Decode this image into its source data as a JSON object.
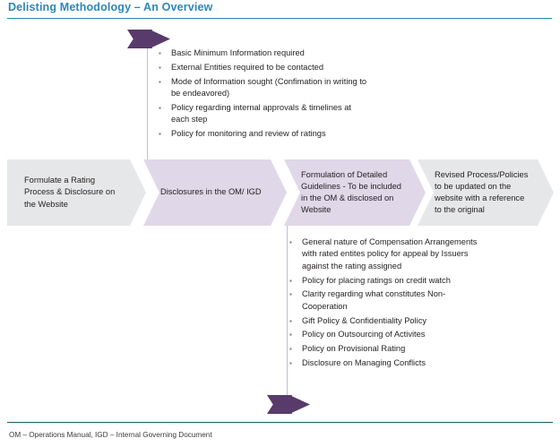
{
  "title": "Delisting Methodology – An Overview",
  "footer": {
    "note": "OM – Operations Manual, IGD – Internal Governing Document"
  },
  "colors": {
    "title_blue": "#2e86ba",
    "footer_teal": "#146269",
    "chevron_gray": "#e6e7e8",
    "chevron_purple": "#e0d7e8",
    "arrow_purple": "#583a6b",
    "connector_line": "#cbb9d6",
    "body_text": "#231f20"
  },
  "process": {
    "steps": [
      {
        "label": "Formulate a Rating Process & Disclosure on the Website",
        "fill": "gray"
      },
      {
        "label": "Disclosures in the OM/ IGD",
        "fill": "purple"
      },
      {
        "label": "Formulation of Detailed Guidelines - To be included in the OM & disclosed on Website",
        "fill": "purple"
      },
      {
        "label": "Revised Process/Policies to be updated on the website with a reference to the original",
        "fill": "gray"
      }
    ]
  },
  "callouts": {
    "top": {
      "source_step": 2,
      "bullet_glyph": "▪",
      "items": [
        "Basic Minimum Information required",
        "External Entities required to be contacted",
        "Mode of Information sought (Confimation in writing to be endeavored)",
        "Policy regarding internal approvals & timelines at each step",
        "Policy for monitoring and review of ratings"
      ]
    },
    "bottom": {
      "source_step": 3,
      "bullet_glyph": "▪",
      "items": [
        "General nature of Compensation Arrangements with rated entites policy for appeal by Issuers against the rating assigned",
        "Policy for placing ratings on credit watch",
        "Clarity regarding what constitutes Non-Cooperation",
        "Gift Policy & Confidentiality Policy",
        "Policy on Outsourcing of Activites",
        "Policy on Provisional Rating",
        "Disclosure on Managing Conflicts"
      ]
    }
  }
}
